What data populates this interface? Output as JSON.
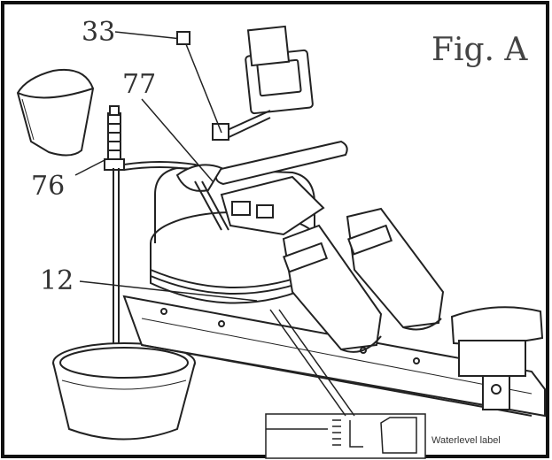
{
  "figure_label": "Fig. A",
  "callouts": {
    "part_33": "33",
    "part_77": "77",
    "part_76": "76",
    "part_12": "12"
  },
  "water_level_label": "Waterlevel label"
}
